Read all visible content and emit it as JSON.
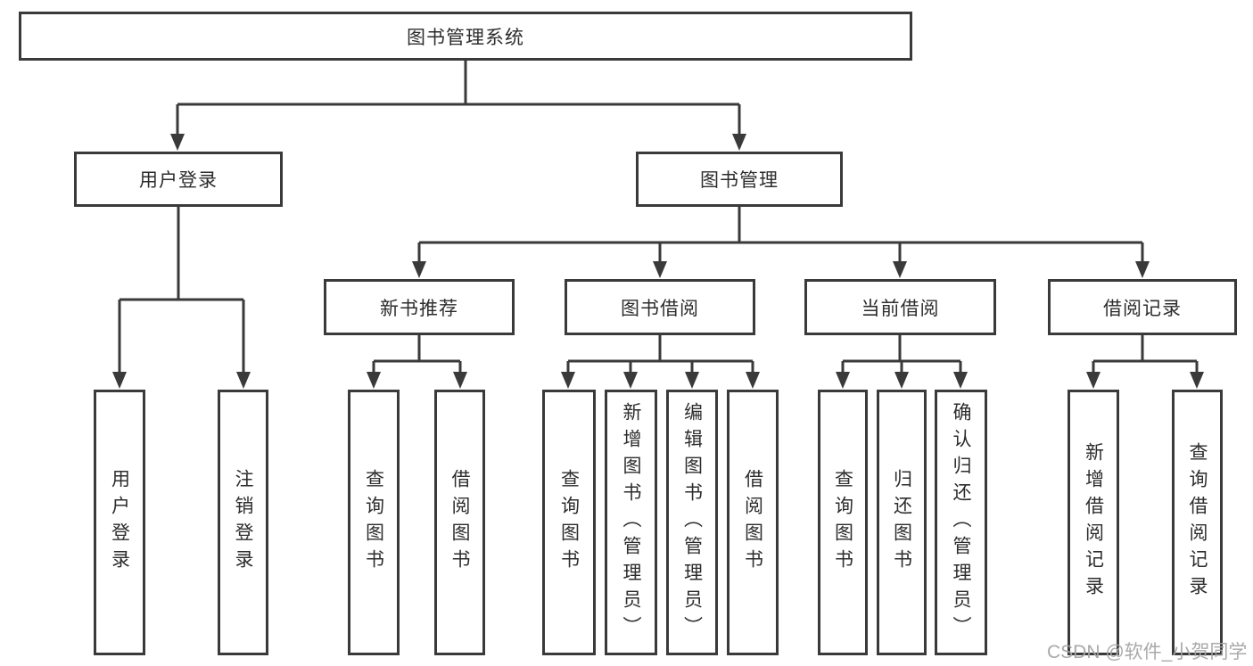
{
  "tree": {
    "label": "图书管理系统",
    "children": [
      {
        "label": "用户登录",
        "children": [
          {
            "label": "用户登录"
          },
          {
            "label": "注销登录"
          }
        ]
      },
      {
        "label": "图书管理",
        "children": [
          {
            "label": "新书推荐",
            "children": [
              {
                "label": "查询图书"
              },
              {
                "label": "借阅图书"
              }
            ]
          },
          {
            "label": "图书借阅",
            "children": [
              {
                "label": "查询图书"
              },
              {
                "label": "新增图书（管理员）"
              },
              {
                "label": "编辑图书（管理员）"
              },
              {
                "label": "借阅图书"
              }
            ]
          },
          {
            "label": "当前借阅",
            "children": [
              {
                "label": "查询图书"
              },
              {
                "label": "归还图书"
              },
              {
                "label": "确认归还（管理员）"
              }
            ]
          },
          {
            "label": "借阅记录",
            "children": [
              {
                "label": "新增借阅记录"
              },
              {
                "label": "查询借阅记录"
              }
            ]
          }
        ]
      }
    ]
  },
  "watermark": "CSDN @软件_小贺同学",
  "colors": {
    "line": "#3a3a3a",
    "text": "#2d2d2d",
    "watermark": "#a4a4a4"
  }
}
